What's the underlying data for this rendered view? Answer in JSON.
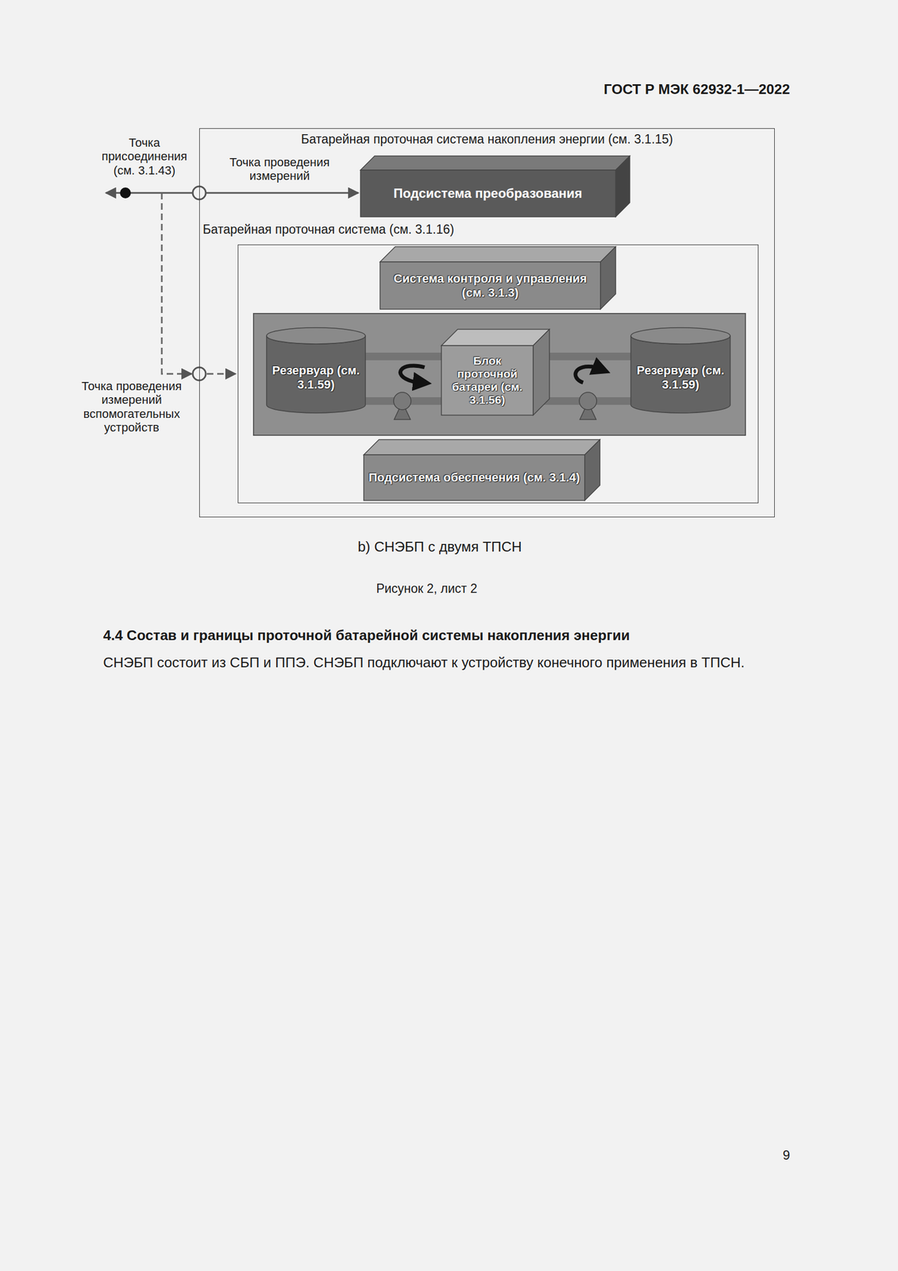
{
  "diagram": {
    "caption": "b) СНЭБП с двумя ТПСН",
    "nodes": [
      {
        "text": [
          "Батарейная проточная система накопления энергии (см. 3.1.15)"
        ]
      },
      {
        "text": [
          "Подсистема преобразования"
        ],
        "in": 0
      },
      {
        "text": [
          "Батарейная проточная система (см. 3.1.16)"
        ],
        "in": 0
      },
      {
        "text": [
          "Система контроля и управления (см. 3.1.3)"
        ],
        "in": 2
      },
      {
        "text": [
          "Резервуар (см. 3.1.59)"
        ],
        "in": 2
      },
      {
        "text": [
          "Блок проточной батареи (см. 3.1.56)"
        ],
        "in": 2
      },
      {
        "text": [
          "Резервуар (см. 3.1.59)"
        ],
        "in": 2
      },
      {
        "text": [
          "Подсистема обеспечения (см. 3.1.4)"
        ],
        "in": 2
      }
    ],
    "edges": [
      {
        "from": 4,
        "to": 5,
        "arrow": "none"
      },
      {
        "from": 4,
        "to": 5,
        "arrow": "none"
      },
      {
        "from": 5,
        "to": 6,
        "arrow": "none"
      },
      {
        "from": 5,
        "to": 6,
        "arrow": "none"
      }
    ],
    "labels": [
      "ГОСТ Р МЭК 62932-1—2022",
      "Точка присоединения (см. 3.1.43)",
      "Точка проведения измерений",
      "Точка проведения измерений вспомогательных устройств",
      "Рисунок 2, лист 2",
      "4.4 Состав и границы проточной батарейной системы накопления энергии",
      "СНЭБП состоит из СБП и ППЭ. СНЭБП подключают к устройству конечного применения в ТПСН.",
      "9"
    ]
  }
}
